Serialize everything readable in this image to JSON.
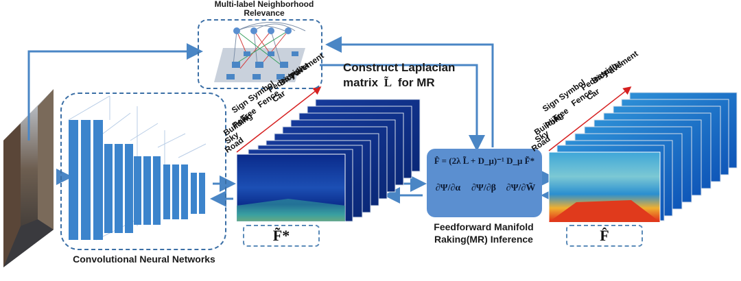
{
  "neighborhood": {
    "title": "Multi-label Neighborhood Relevance"
  },
  "laplacian": {
    "line1": "Construct Laplacian",
    "line2_prefix": "matrix",
    "line2_symbol": "L̃",
    "line2_suffix": "for MR"
  },
  "cnn": {
    "label": "Convolutional Neural Networks"
  },
  "f_star": {
    "label": "F̃*"
  },
  "f_hat": {
    "label": "F̂"
  },
  "mr": {
    "equation": "F̂ = (2λ L̃ + D_μ)⁻¹ D_μ F̃*",
    "deriv1": "∂Ψ/∂α",
    "deriv2": "∂Ψ/∂β",
    "deriv3": "∂Ψ/∂W̃",
    "caption_line1": "Feedforward Manifold",
    "caption_line2": "Raking(MR) Inference"
  },
  "classes": [
    "Road",
    "Sky",
    "Building",
    "Pole",
    "Tree",
    "Sign Symbol",
    "Fence",
    "Car",
    "Pedestrian",
    "Bicyclist",
    "Pavement"
  ],
  "colors": {
    "arrow": "#4a86c5",
    "cnn_blue": "#3c84cc",
    "dashed": "#3a6ea5",
    "mr_box": "#5b8fd0"
  }
}
